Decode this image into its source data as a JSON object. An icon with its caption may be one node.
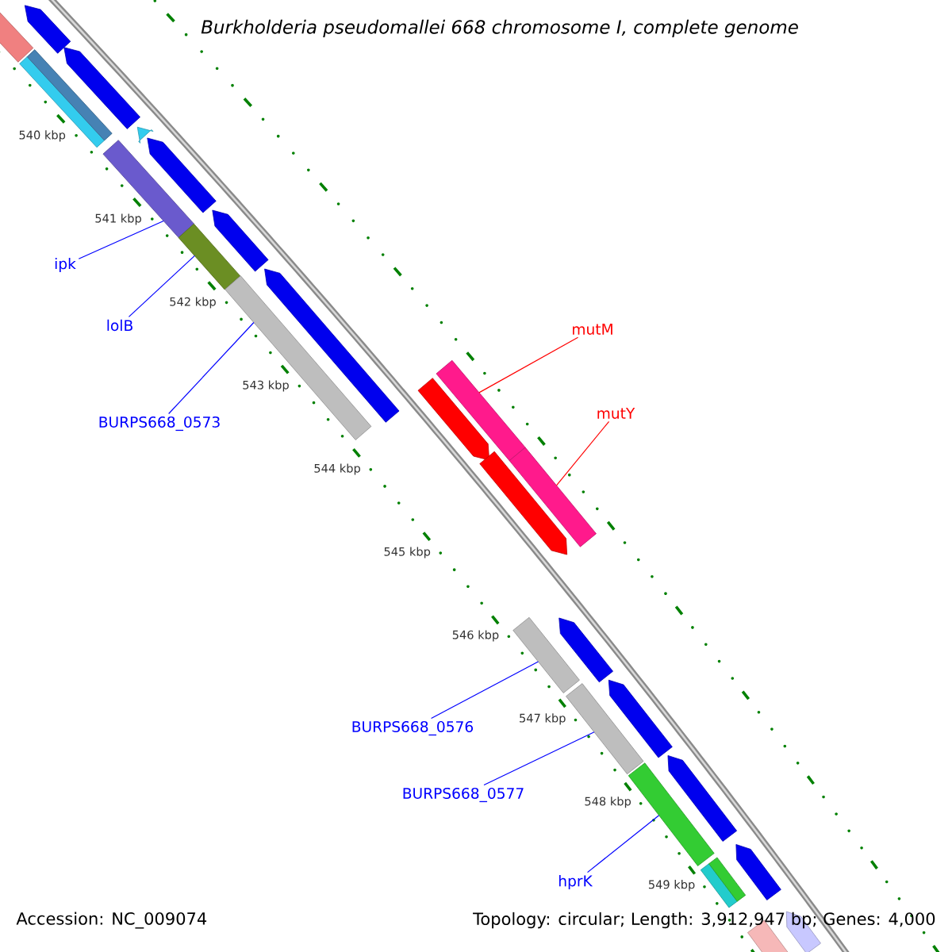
{
  "diagram": {
    "title": "Burkholderia pseudomallei 668 chromosome I, complete genome",
    "nodes": [
      {
        "text": [
          "ipk"
        ]
      },
      {
        "text": [
          "lolB"
        ]
      },
      {
        "text": [
          "BURPS668_0573"
        ]
      },
      {
        "text": [
          "mutM"
        ]
      },
      {
        "text": [
          "mutY"
        ]
      },
      {
        "text": [
          "BURPS668_0576"
        ]
      },
      {
        "text": [
          "BURPS668_0577"
        ]
      },
      {
        "text": [
          "hprK"
        ]
      },
      {
        "text": [],
        "shape": "bar"
      },
      {
        "text": [],
        "shape": "bar"
      },
      {
        "text": [],
        "shape": "bar"
      },
      {
        "text": [],
        "shape": "bar"
      },
      {
        "text": [],
        "shape": "bar"
      },
      {
        "text": [],
        "shape": "bar"
      },
      {
        "text": [],
        "shape": "bar"
      },
      {
        "text": [],
        "shape": "bar"
      }
    ],
    "edges": [
      {
        "from": 0,
        "to": 8,
        "arrow": "none"
      },
      {
        "from": 1,
        "to": 9,
        "arrow": "none"
      },
      {
        "from": 2,
        "to": 10,
        "arrow": "none"
      },
      {
        "from": 3,
        "to": 11,
        "arrow": "none",
        "color": "#ff0000"
      },
      {
        "from": 4,
        "to": 12,
        "arrow": "none",
        "color": "#ff0000"
      },
      {
        "from": 5,
        "to": 13,
        "arrow": "none"
      },
      {
        "from": 6,
        "to": 14,
        "arrow": "none"
      },
      {
        "from": 7,
        "to": 15,
        "arrow": "none"
      }
    ],
    "labels": [
      "540 kbp",
      "541 kbp",
      "542 kbp",
      "543 kbp",
      "544 kbp",
      "545 kbp",
      "546 kbp",
      "547 kbp",
      "548 kbp",
      "549 kbp",
      "Accession: NC_009074",
      "Topology: circular; Length: 3,912,947 bp; Genes: 4,000"
    ]
  }
}
